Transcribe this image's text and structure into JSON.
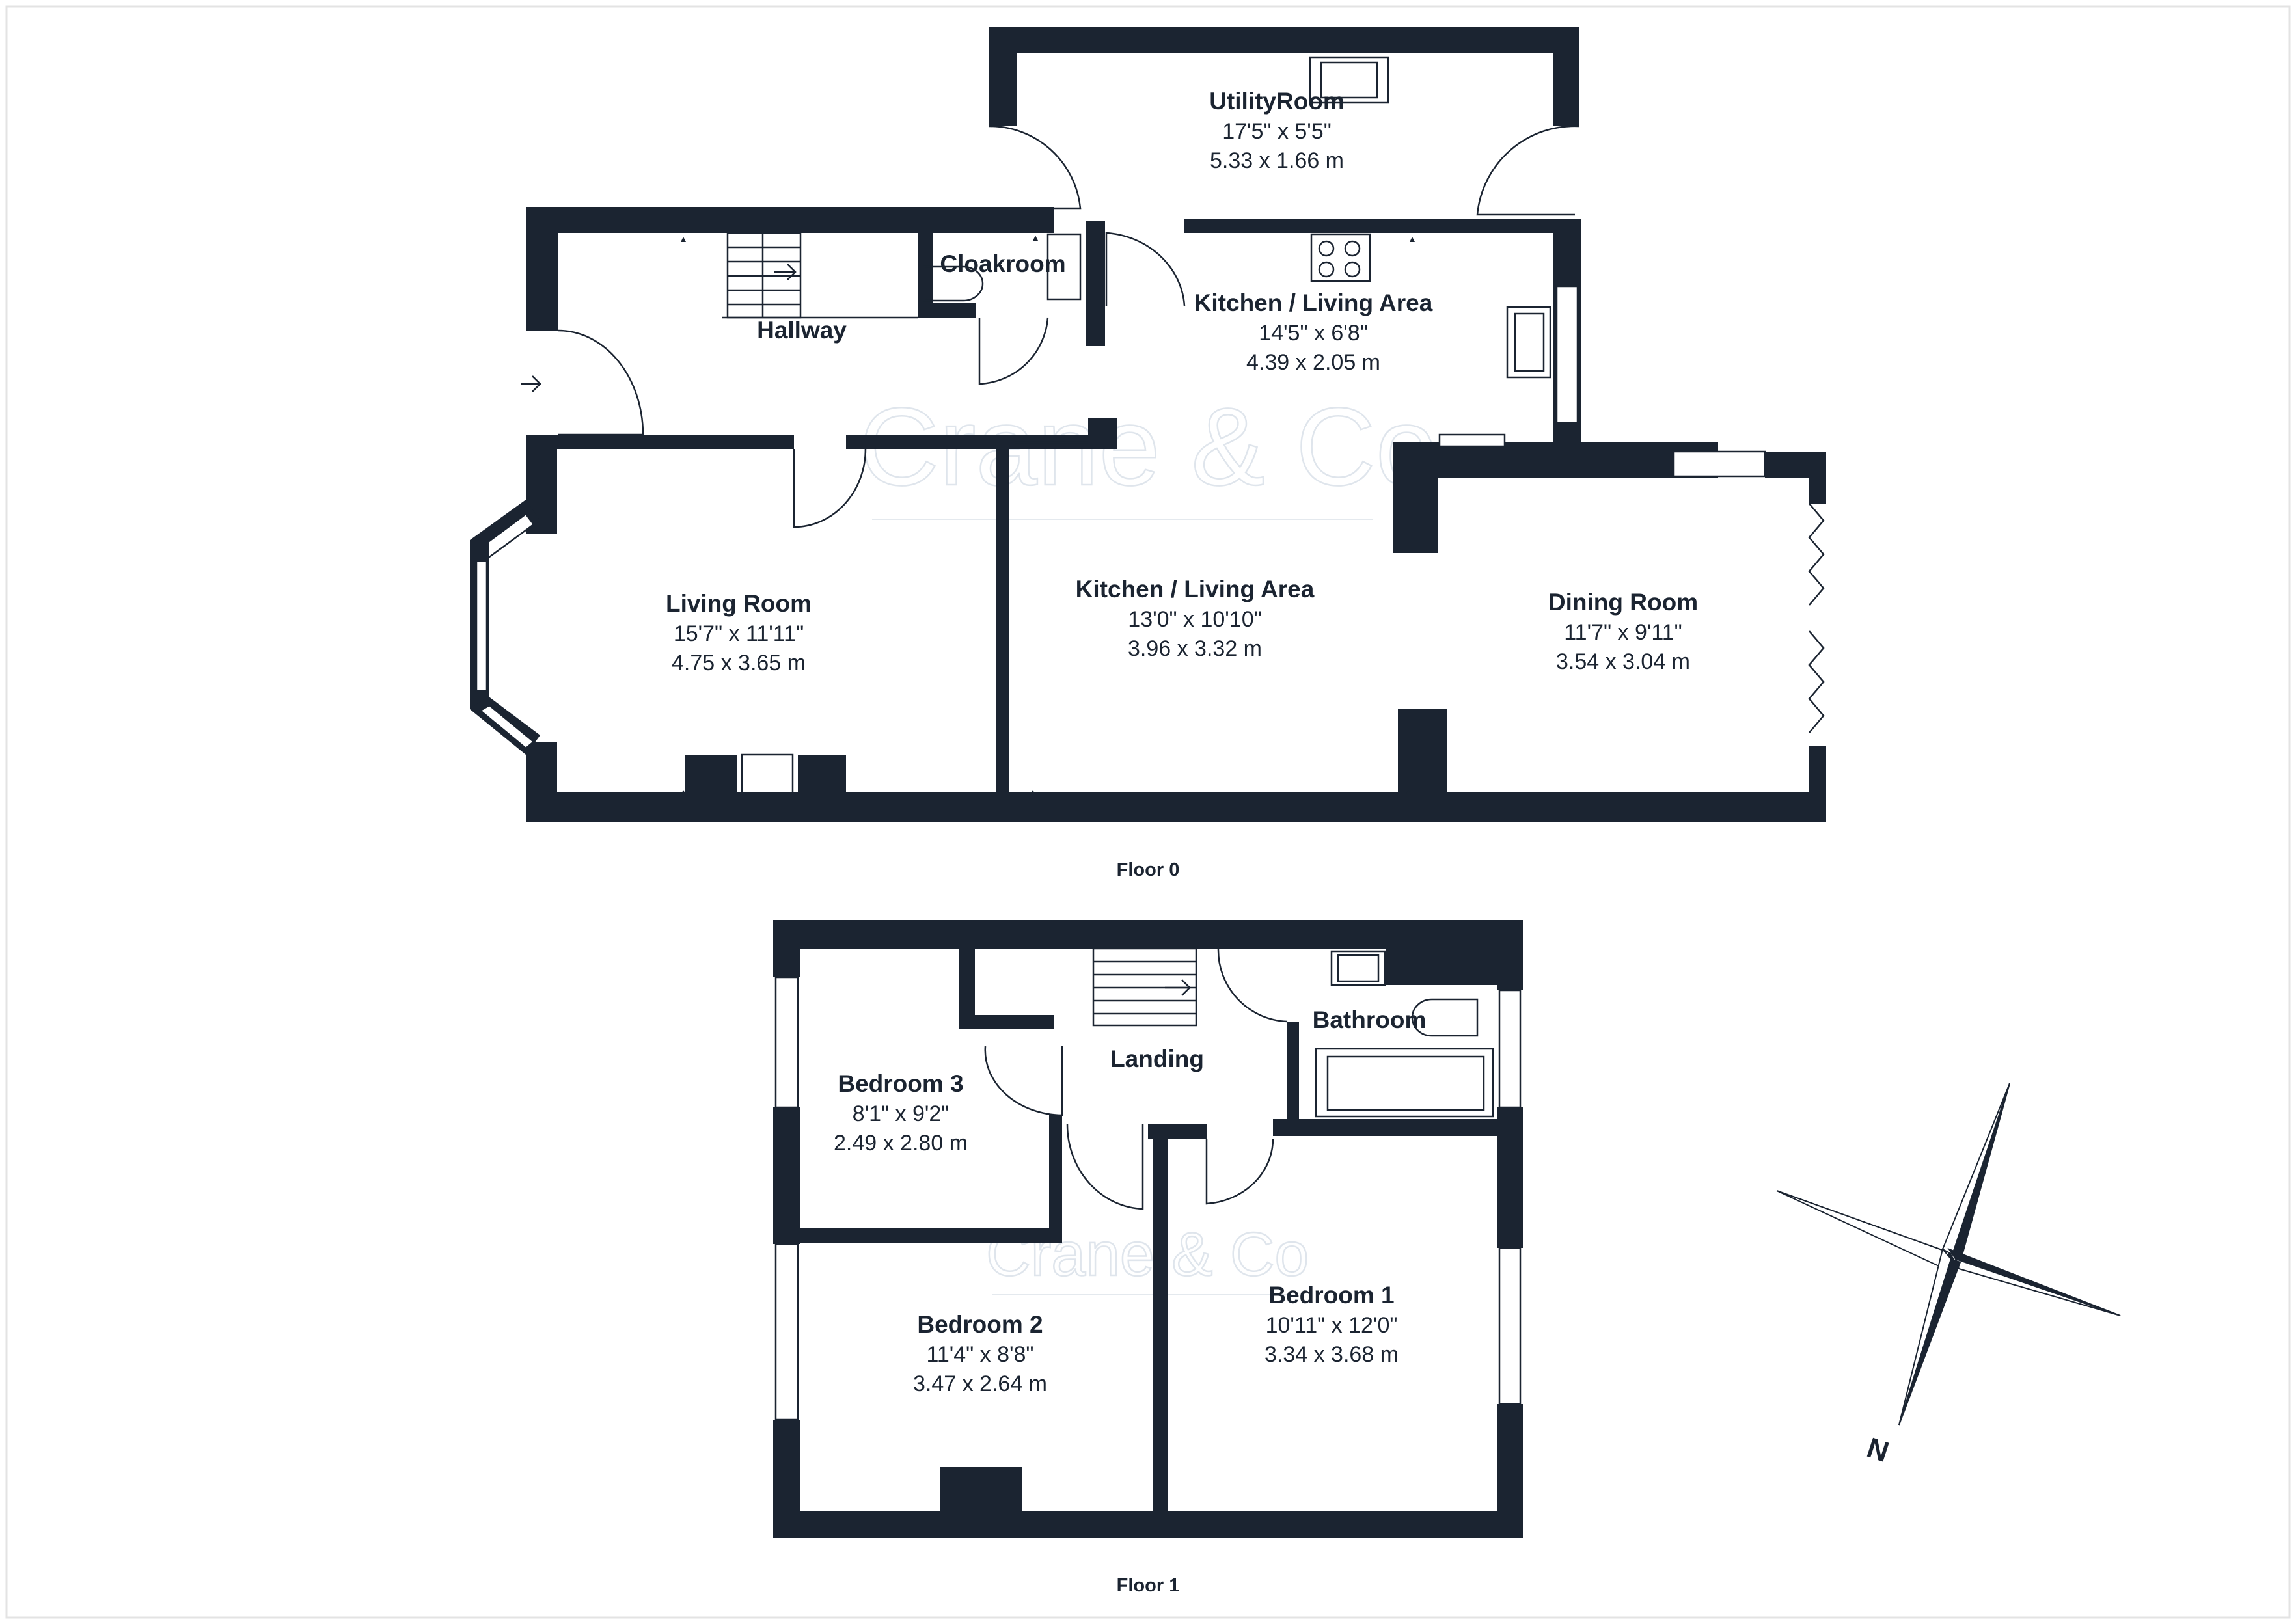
{
  "watermark": "Crane & Co",
  "floors": [
    {
      "label": "Floor 0",
      "rooms": [
        {
          "name": "UtilityRoom",
          "imperial": "17'5\" x 5'5\"",
          "metric": "5.33 x 1.66 m"
        },
        {
          "name": "Cloakroom"
        },
        {
          "name": "Hallway"
        },
        {
          "name": "Kitchen / Living Area",
          "imperial": "14'5\" x 6'8\"",
          "metric": "4.39 x 2.05 m"
        },
        {
          "name": "Living Room",
          "imperial": "15'7\" x 11'11\"",
          "metric": "4.75 x 3.65 m"
        },
        {
          "name": "Kitchen / Living Area",
          "imperial": "13'0\" x 10'10\"",
          "metric": "3.96 x 3.32 m"
        },
        {
          "name": "Dining Room",
          "imperial": "11'7\" x 9'11\"",
          "metric": "3.54 x 3.04 m"
        }
      ]
    },
    {
      "label": "Floor 1",
      "rooms": [
        {
          "name": "Bedroom 3",
          "imperial": "8'1\" x 9'2\"",
          "metric": "2.49 x 2.80 m"
        },
        {
          "name": "Landing"
        },
        {
          "name": "Bathroom"
        },
        {
          "name": "Bedroom 2",
          "imperial": "11'4\" x 8'8\"",
          "metric": "3.47 x 2.64 m"
        },
        {
          "name": "Bedroom 1",
          "imperial": "10'11\" x 12'0\"",
          "metric": "3.34 x 3.68 m"
        }
      ]
    }
  ],
  "compass": {
    "label": "N"
  },
  "colors": {
    "wall": "#1b2431",
    "watermark": "#dfe5ec",
    "background": "#ffffff"
  }
}
